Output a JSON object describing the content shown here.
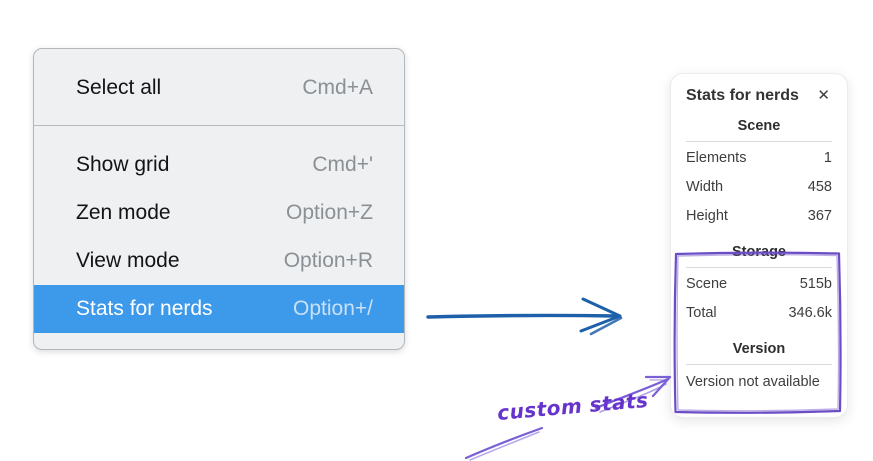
{
  "colors": {
    "menu_highlight": "#3d99e9",
    "menu_highlight_text": "#ffffff",
    "menu_highlight_shortcut": "#c9e1f8",
    "flow_arrow_blue": "#1e5fa9",
    "annotation_purple": "#7a5fd6",
    "annotation_rect_purple": "#6b4ec5",
    "annotation_text_purple": "#6633cc"
  },
  "context_menu": {
    "items": [
      {
        "label": "Select all",
        "shortcut": "Cmd+A",
        "selected": false
      },
      {
        "label": "Show grid",
        "shortcut": "Cmd+'",
        "selected": false
      },
      {
        "label": "Zen mode",
        "shortcut": "Option+Z",
        "selected": false
      },
      {
        "label": "View mode",
        "shortcut": "Option+R",
        "selected": false
      },
      {
        "label": "Stats for nerds",
        "shortcut": "Option+/",
        "selected": true
      }
    ]
  },
  "stats_panel": {
    "title": "Stats for nerds",
    "close_icon": "✕",
    "sections": [
      {
        "heading": "Scene",
        "rows": [
          {
            "label": "Elements",
            "value": "1"
          },
          {
            "label": "Width",
            "value": "458"
          },
          {
            "label": "Height",
            "value": "367"
          }
        ]
      },
      {
        "heading": "Storage",
        "rows": [
          {
            "label": "Scene",
            "value": "515b"
          },
          {
            "label": "Total",
            "value": "346.6k"
          }
        ]
      },
      {
        "heading": "Version",
        "note": "Version not available"
      }
    ]
  },
  "annotation": {
    "label": "custom stats"
  }
}
